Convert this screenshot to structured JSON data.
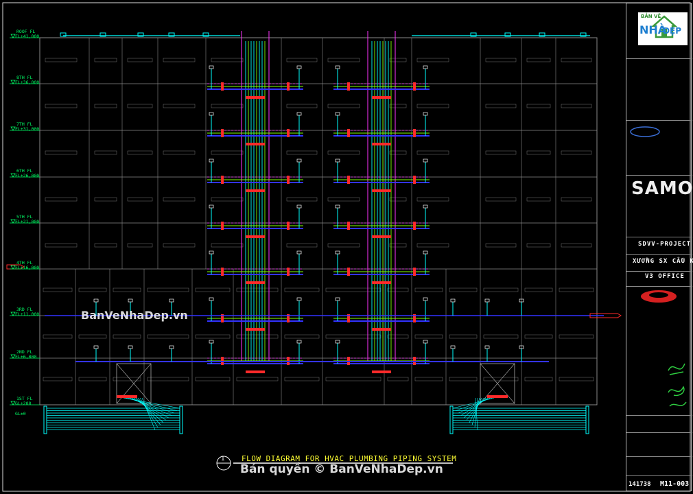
{
  "drawing": {
    "title": "FLOW DIAGRAM FOR HVAC PLUMBING PIPING SYSTEM",
    "callout_number": "1",
    "floors": [
      {
        "name": "ROOF FL",
        "level": "FL+41,000"
      },
      {
        "name": "8TH FL",
        "level": "FL+36,000"
      },
      {
        "name": "7TH FL",
        "level": "FL+31,000"
      },
      {
        "name": "6TH FL",
        "level": "FL+26,000"
      },
      {
        "name": "5TH FL",
        "level": "FL+21,000"
      },
      {
        "name": "4TH FL",
        "level": "FL+16,000"
      },
      {
        "name": "3RD FL",
        "level": "FL+11,000"
      },
      {
        "name": "2ND FL",
        "level": "FL+6,000"
      },
      {
        "name": "1ST FL",
        "level": "GL+200"
      }
    ],
    "ground": "GL±0"
  },
  "watermarks": {
    "site": "BanVeNhaDep.vn",
    "copyright": "Bản quyền © BanVeNhaDep.vn"
  },
  "title_block": {
    "logo_top": "BẢN VẼ",
    "logo_main": "NHÀ",
    "logo_suffix": "ĐẸP",
    "client_brand": "SAMOO",
    "project": "SDVV-PROJECT",
    "building": "XƯỞNG SX CẤU KIỆN",
    "office": "V3 OFFICE",
    "sheet_code": "141738",
    "drawing_number": "M11-003"
  },
  "colors": {
    "frame": "#e0e0e0",
    "grid": "#8a8a8a",
    "supply": "#00ffff",
    "return": "#ff33ff",
    "drain": "#3333ff",
    "valve": "#ff2a2a",
    "branch": "#7fff00",
    "title": "#ffff33",
    "level": "#00ff66"
  }
}
